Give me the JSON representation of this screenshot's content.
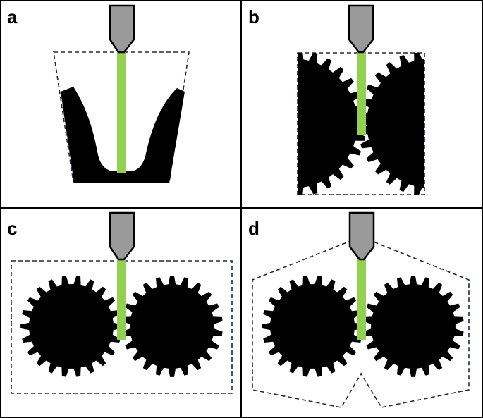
{
  "colors": {
    "beam": "#92d050",
    "nozzle": "#9a9a9a",
    "material": "#000000",
    "outline": "#1f2a3a"
  },
  "panels": [
    {
      "label": "a",
      "icon": "mold-cup-icon"
    },
    {
      "label": "b",
      "icon": "half-gears-icon"
    },
    {
      "label": "c",
      "icon": "gear-pair-rect-icon"
    },
    {
      "label": "d",
      "icon": "gear-pair-hex-icon"
    }
  ]
}
